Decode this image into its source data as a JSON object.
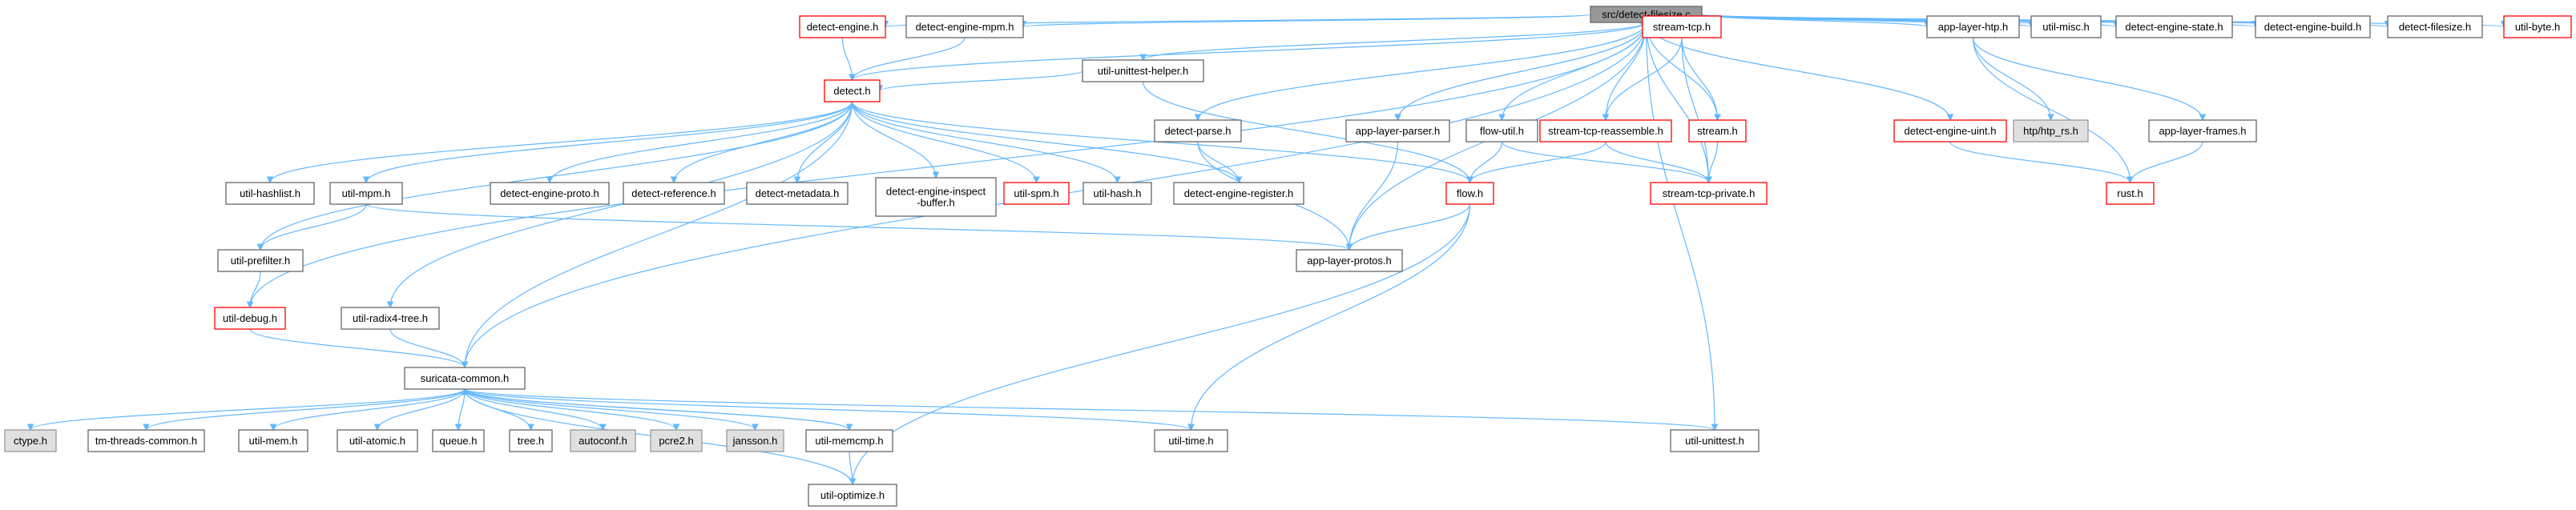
{
  "graph": {
    "title": "src/detect-filesize.c",
    "colors": {
      "edge": "#63b8ff",
      "root_fill": "#999999",
      "plain_border": "#666666",
      "highlight_border": "#ff0000",
      "external_fill": "#e0e0e0",
      "external_border": "#999999",
      "node_fill": "#ffffff"
    },
    "nodes": [
      {
        "id": "root",
        "label": "src/detect-filesize.c",
        "kind": "root"
      },
      {
        "id": "detect-engine.h",
        "label": "detect-engine.h",
        "kind": "highlight"
      },
      {
        "id": "detect-engine-mpm.h",
        "label": "detect-engine-mpm.h",
        "kind": "plain"
      },
      {
        "id": "util-unittest-helper.h",
        "label": "util-unittest-helper.h",
        "kind": "plain"
      },
      {
        "id": "stream-tcp.h",
        "label": "stream-tcp.h",
        "kind": "highlight"
      },
      {
        "id": "app-layer-htp.h",
        "label": "app-layer-htp.h",
        "kind": "plain"
      },
      {
        "id": "util-misc.h",
        "label": "util-misc.h",
        "kind": "plain"
      },
      {
        "id": "detect-engine-state.h",
        "label": "detect-engine-state.h",
        "kind": "plain"
      },
      {
        "id": "detect-engine-build.h",
        "label": "detect-engine-build.h",
        "kind": "plain"
      },
      {
        "id": "detect-filesize.h",
        "label": "detect-filesize.h",
        "kind": "plain"
      },
      {
        "id": "util-byte.h",
        "label": "util-byte.h",
        "kind": "highlight"
      },
      {
        "id": "detect.h",
        "label": "detect.h",
        "kind": "highlight"
      },
      {
        "id": "detect-parse.h",
        "label": "detect-parse.h",
        "kind": "plain"
      },
      {
        "id": "app-layer-parser.h",
        "label": "app-layer-parser.h",
        "kind": "plain"
      },
      {
        "id": "flow-util.h",
        "label": "flow-util.h",
        "kind": "plain"
      },
      {
        "id": "stream-tcp-reassemble.h",
        "label": "stream-tcp-reassemble.h",
        "kind": "highlight"
      },
      {
        "id": "stream.h",
        "label": "stream.h",
        "kind": "highlight"
      },
      {
        "id": "detect-engine-uint.h",
        "label": "detect-engine-uint.h",
        "kind": "highlight"
      },
      {
        "id": "htp/htp_rs.h",
        "label": "htp/htp_rs.h",
        "kind": "external"
      },
      {
        "id": "app-layer-frames.h",
        "label": "app-layer-frames.h",
        "kind": "plain"
      },
      {
        "id": "util-hashlist.h",
        "label": "util-hashlist.h",
        "kind": "plain"
      },
      {
        "id": "util-mpm.h",
        "label": "util-mpm.h",
        "kind": "plain"
      },
      {
        "id": "detect-engine-proto.h",
        "label": "detect-engine-proto.h",
        "kind": "plain"
      },
      {
        "id": "detect-reference.h",
        "label": "detect-reference.h",
        "kind": "plain"
      },
      {
        "id": "detect-metadata.h",
        "label": "detect-metadata.h",
        "kind": "plain"
      },
      {
        "id": "detect-engine-inspect-buffer.h",
        "label": "detect-engine-inspect\n-buffer.h",
        "kind": "plain"
      },
      {
        "id": "util-spm.h",
        "label": "util-spm.h",
        "kind": "highlight"
      },
      {
        "id": "util-hash.h",
        "label": "util-hash.h",
        "kind": "plain"
      },
      {
        "id": "detect-engine-register.h",
        "label": "detect-engine-register.h",
        "kind": "plain"
      },
      {
        "id": "flow.h",
        "label": "flow.h",
        "kind": "highlight"
      },
      {
        "id": "stream-tcp-private.h",
        "label": "stream-tcp-private.h",
        "kind": "highlight"
      },
      {
        "id": "rust.h",
        "label": "rust.h",
        "kind": "highlight"
      },
      {
        "id": "util-prefilter.h",
        "label": "util-prefilter.h",
        "kind": "plain"
      },
      {
        "id": "app-layer-protos.h",
        "label": "app-layer-protos.h",
        "kind": "plain"
      },
      {
        "id": "util-debug.h",
        "label": "util-debug.h",
        "kind": "highlight"
      },
      {
        "id": "util-radix4-tree.h",
        "label": "util-radix4-tree.h",
        "kind": "plain"
      },
      {
        "id": "suricata-common.h",
        "label": "suricata-common.h",
        "kind": "plain"
      },
      {
        "id": "ctype.h",
        "label": "ctype.h",
        "kind": "external"
      },
      {
        "id": "tm-threads-common.h",
        "label": "tm-threads-common.h",
        "kind": "plain"
      },
      {
        "id": "util-mem.h",
        "label": "util-mem.h",
        "kind": "plain"
      },
      {
        "id": "util-atomic.h",
        "label": "util-atomic.h",
        "kind": "plain"
      },
      {
        "id": "queue.h",
        "label": "queue.h",
        "kind": "plain"
      },
      {
        "id": "tree.h",
        "label": "tree.h",
        "kind": "plain"
      },
      {
        "id": "autoconf.h",
        "label": "autoconf.h",
        "kind": "external"
      },
      {
        "id": "pcre2.h",
        "label": "pcre2.h",
        "kind": "external"
      },
      {
        "id": "jansson.h",
        "label": "jansson.h",
        "kind": "external"
      },
      {
        "id": "util-memcmp.h",
        "label": "util-memcmp.h",
        "kind": "plain"
      },
      {
        "id": "util-time.h",
        "label": "util-time.h",
        "kind": "plain"
      },
      {
        "id": "util-unittest.h",
        "label": "util-unittest.h",
        "kind": "plain"
      },
      {
        "id": "util-optimize.h",
        "label": "util-optimize.h",
        "kind": "plain"
      }
    ],
    "edges": [
      [
        "root",
        "detect-engine.h"
      ],
      [
        "root",
        "detect-engine-mpm.h"
      ],
      [
        "root",
        "util-unittest-helper.h"
      ],
      [
        "root",
        "stream-tcp.h"
      ],
      [
        "root",
        "app-layer-htp.h"
      ],
      [
        "root",
        "util-misc.h"
      ],
      [
        "root",
        "detect-engine-state.h"
      ],
      [
        "root",
        "detect-engine-build.h"
      ],
      [
        "root",
        "detect-filesize.h"
      ],
      [
        "root",
        "util-byte.h"
      ],
      [
        "root",
        "detect.h"
      ],
      [
        "root",
        "detect-parse.h"
      ],
      [
        "root",
        "app-layer-parser.h"
      ],
      [
        "root",
        "flow-util.h"
      ],
      [
        "root",
        "stream-tcp-reassemble.h"
      ],
      [
        "root",
        "stream.h"
      ],
      [
        "root",
        "stream-tcp-private.h"
      ],
      [
        "root",
        "detect-engine-uint.h"
      ],
      [
        "root",
        "app-layer-protos.h"
      ],
      [
        "root",
        "util-debug.h"
      ],
      [
        "root",
        "suricata-common.h"
      ],
      [
        "root",
        "util-unittest.h"
      ],
      [
        "detect-engine.h",
        "detect.h"
      ],
      [
        "detect-engine-mpm.h",
        "detect.h"
      ],
      [
        "util-unittest-helper.h",
        "detect.h"
      ],
      [
        "util-unittest-helper.h",
        "flow.h"
      ],
      [
        "stream-tcp.h",
        "stream-tcp-reassemble.h"
      ],
      [
        "stream-tcp.h",
        "stream.h"
      ],
      [
        "stream-tcp.h",
        "stream-tcp-private.h"
      ],
      [
        "app-layer-htp.h",
        "htp/htp_rs.h"
      ],
      [
        "app-layer-htp.h",
        "app-layer-frames.h"
      ],
      [
        "app-layer-htp.h",
        "rust.h"
      ],
      [
        "detect.h",
        "util-hashlist.h"
      ],
      [
        "detect.h",
        "util-mpm.h"
      ],
      [
        "detect.h",
        "detect-engine-proto.h"
      ],
      [
        "detect.h",
        "detect-reference.h"
      ],
      [
        "detect.h",
        "detect-metadata.h"
      ],
      [
        "detect.h",
        "detect-engine-inspect-buffer.h"
      ],
      [
        "detect.h",
        "util-spm.h"
      ],
      [
        "detect.h",
        "util-hash.h"
      ],
      [
        "detect.h",
        "detect-engine-register.h"
      ],
      [
        "detect.h",
        "flow.h"
      ],
      [
        "detect.h",
        "util-prefilter.h"
      ],
      [
        "detect.h",
        "util-radix4-tree.h"
      ],
      [
        "detect.h",
        "suricata-common.h"
      ],
      [
        "detect-parse.h",
        "detect-engine-register.h"
      ],
      [
        "detect-parse.h",
        "app-layer-protos.h"
      ],
      [
        "app-layer-parser.h",
        "app-layer-protos.h"
      ],
      [
        "flow-util.h",
        "flow.h"
      ],
      [
        "flow-util.h",
        "stream-tcp-private.h"
      ],
      [
        "stream-tcp-reassemble.h",
        "flow.h"
      ],
      [
        "stream-tcp-reassemble.h",
        "stream-tcp-private.h"
      ],
      [
        "stream.h",
        "stream-tcp-private.h"
      ],
      [
        "detect-engine-uint.h",
        "rust.h"
      ],
      [
        "app-layer-frames.h",
        "rust.h"
      ],
      [
        "util-mpm.h",
        "util-prefilter.h"
      ],
      [
        "util-mpm.h",
        "app-layer-protos.h"
      ],
      [
        "util-prefilter.h",
        "util-debug.h"
      ],
      [
        "flow.h",
        "app-layer-protos.h"
      ],
      [
        "flow.h",
        "util-time.h"
      ],
      [
        "flow.h",
        "util-optimize.h"
      ],
      [
        "util-debug.h",
        "suricata-common.h"
      ],
      [
        "util-radix4-tree.h",
        "suricata-common.h"
      ],
      [
        "suricata-common.h",
        "ctype.h"
      ],
      [
        "suricata-common.h",
        "tm-threads-common.h"
      ],
      [
        "suricata-common.h",
        "util-mem.h"
      ],
      [
        "suricata-common.h",
        "util-atomic.h"
      ],
      [
        "suricata-common.h",
        "queue.h"
      ],
      [
        "suricata-common.h",
        "tree.h"
      ],
      [
        "suricata-common.h",
        "autoconf.h"
      ],
      [
        "suricata-common.h",
        "pcre2.h"
      ],
      [
        "suricata-common.h",
        "jansson.h"
      ],
      [
        "suricata-common.h",
        "util-memcmp.h"
      ],
      [
        "suricata-common.h",
        "util-optimize.h"
      ],
      [
        "suricata-common.h",
        "util-time.h"
      ],
      [
        "suricata-common.h",
        "util-unittest.h"
      ],
      [
        "util-memcmp.h",
        "suricata-common.h"
      ],
      [
        "util-memcmp.h",
        "util-optimize.h"
      ]
    ]
  }
}
